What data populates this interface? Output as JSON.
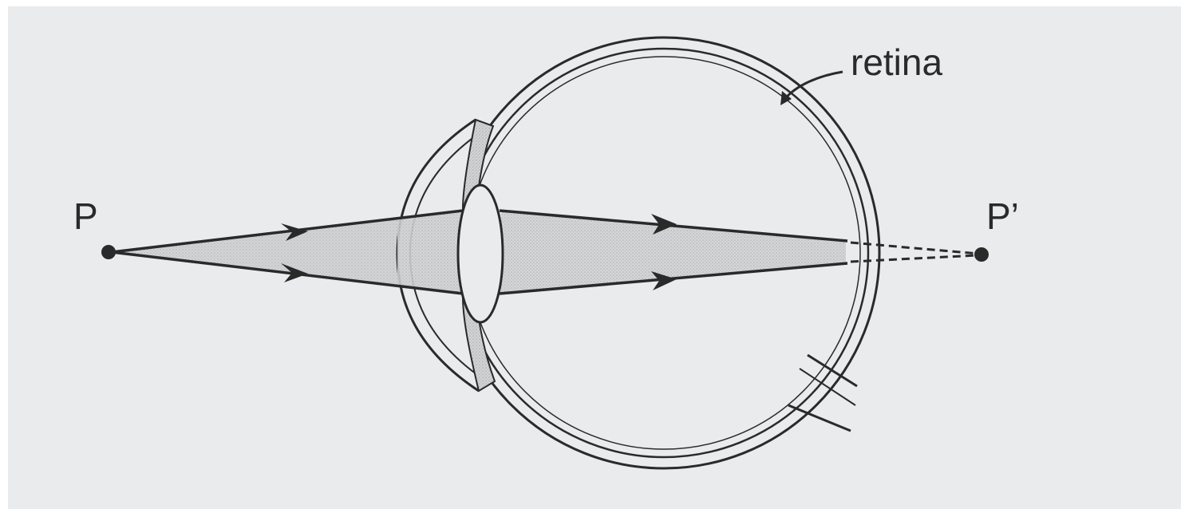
{
  "diagram": {
    "labels": {
      "object_point": "P",
      "image_point": "P’",
      "retina": "retina"
    },
    "colors": {
      "background": "#e9ebec",
      "ink": "#2a2a2a",
      "light_cone": "#c4c6c8",
      "frame": "#ffffff"
    }
  }
}
